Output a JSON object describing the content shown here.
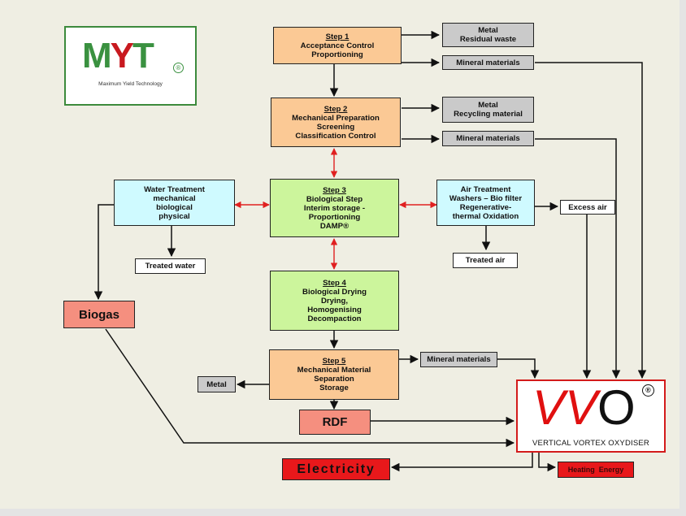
{
  "logo": {
    "brand": "MYT",
    "registered": "®",
    "tagline": "Maximum Yield Technology"
  },
  "steps": {
    "s1": {
      "title": "Step 1",
      "lines": [
        "Acceptance Control",
        "Proportioning"
      ]
    },
    "s2": {
      "title": "Step 2",
      "lines": [
        "Mechanical Preparation",
        "Screening",
        "Classification Control"
      ]
    },
    "s3": {
      "title": "Step 3",
      "lines": [
        "Biological Step",
        "Interim storage -",
        "Proportioning",
        "DAMP®"
      ]
    },
    "s4": {
      "title": "Step 4",
      "lines": [
        "Biological Drying",
        "Drying,",
        "Homogenising",
        "Decompaction"
      ]
    },
    "s5": {
      "title": "Step 5",
      "lines": [
        "Mechanical Material",
        "Separation",
        "Storage"
      ]
    }
  },
  "outputs": {
    "metal_residual": [
      "Metal",
      "Residual waste"
    ],
    "mineral_1": "Mineral materials",
    "metal_recycling": [
      "Metal",
      "Recycling material"
    ],
    "mineral_2": "Mineral materials",
    "mineral_3": "Mineral materials",
    "metal_step5": "Metal",
    "treated_water": "Treated water",
    "treated_air": "Treated air",
    "excess_air": "Excess air"
  },
  "water_treatment": [
    "Water Treatment",
    "mechanical",
    "biological",
    "physical"
  ],
  "air_treatment": [
    "Air Treatment",
    "Washers – Bio filter",
    "Regenerative-",
    "thermal Oxidation"
  ],
  "biogas": "Biogas",
  "rdf": "RDF",
  "electricity": "Electricity",
  "heating_energy": "Heating  Energy",
  "vvo": {
    "logo": "VVO",
    "registered": "®",
    "subtitle": "VERTICAL VORTEX OXYDISER"
  },
  "colors": {
    "step": "#fbc995",
    "biological": "#ccf59c",
    "treatment": "#cffaff",
    "mineral": "#cacaca",
    "biogas": "#f58f7f",
    "energy": "#e8181b",
    "vvo_border": "#d31b1b",
    "bidirectional_arrow": "#e02020"
  }
}
